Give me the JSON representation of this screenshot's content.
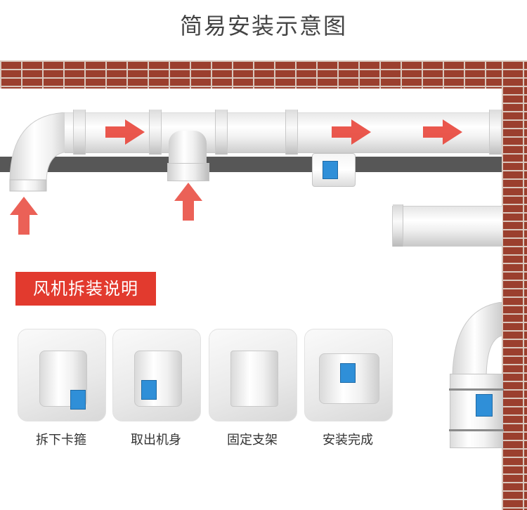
{
  "title": "简易安装示意图",
  "section_tag": "风机拆装说明",
  "steps": [
    {
      "label": "拆下卡箍"
    },
    {
      "label": "取出机身"
    },
    {
      "label": "固定支架"
    },
    {
      "label": "安装完成"
    }
  ],
  "colors": {
    "brick": "#9b3f2e",
    "mortar": "#d9c7bd",
    "beam": "#575757",
    "arrow": "#e8453a",
    "tag_bg": "#e23a2e",
    "fan_label": "#2f8fd8"
  },
  "icons": {
    "flow_arrow": "right-arrow-icon",
    "intake_arrow": "up-arrow-icon"
  }
}
